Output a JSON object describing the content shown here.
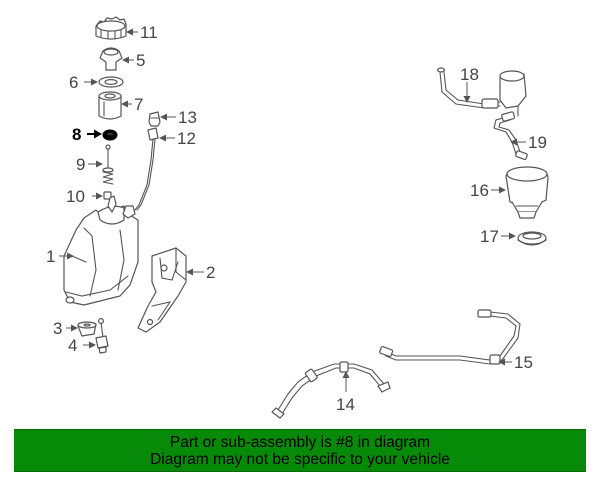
{
  "diagram": {
    "highlighted_part": "8",
    "callouts": {
      "c1": "1",
      "c2": "2",
      "c3": "3",
      "c4": "4",
      "c5": "5",
      "c6": "6",
      "c7": "7",
      "c8": "8",
      "c9": "9",
      "c10": "10",
      "c11": "11",
      "c12": "12",
      "c13": "13",
      "c14": "14",
      "c15": "15",
      "c16": "16",
      "c17": "17",
      "c18": "18",
      "c19": "19"
    }
  },
  "banner": {
    "line1": "Part or sub-assembly is #8 in diagram",
    "line2": "Diagram may not be specific to your vehicle",
    "background": "#078a07"
  }
}
